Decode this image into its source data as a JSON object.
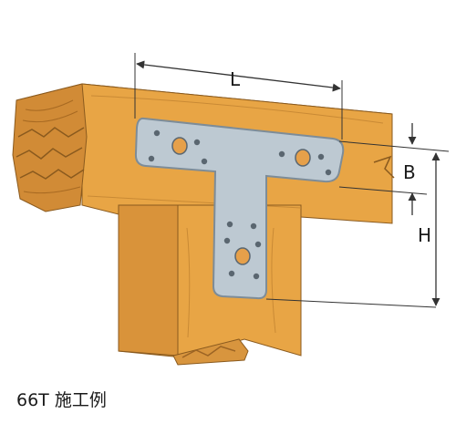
{
  "dimensions": {
    "length_label": "L",
    "beam_depth_label": "B",
    "total_height_label": "H"
  },
  "caption": "66T 施工例",
  "colors": {
    "wood_front": "#E8A545",
    "wood_top": "#F2BC63",
    "wood_grain": "#B8782A",
    "wood_dark": "#A86A22",
    "plate": "#BDC9D2",
    "plate_edge": "#7D8C98",
    "hole": "#E6A04A",
    "dim_line": "#333333"
  },
  "icons": [
    "t-plate-icon",
    "nail-hole-icon",
    "bolt-hole-icon"
  ]
}
